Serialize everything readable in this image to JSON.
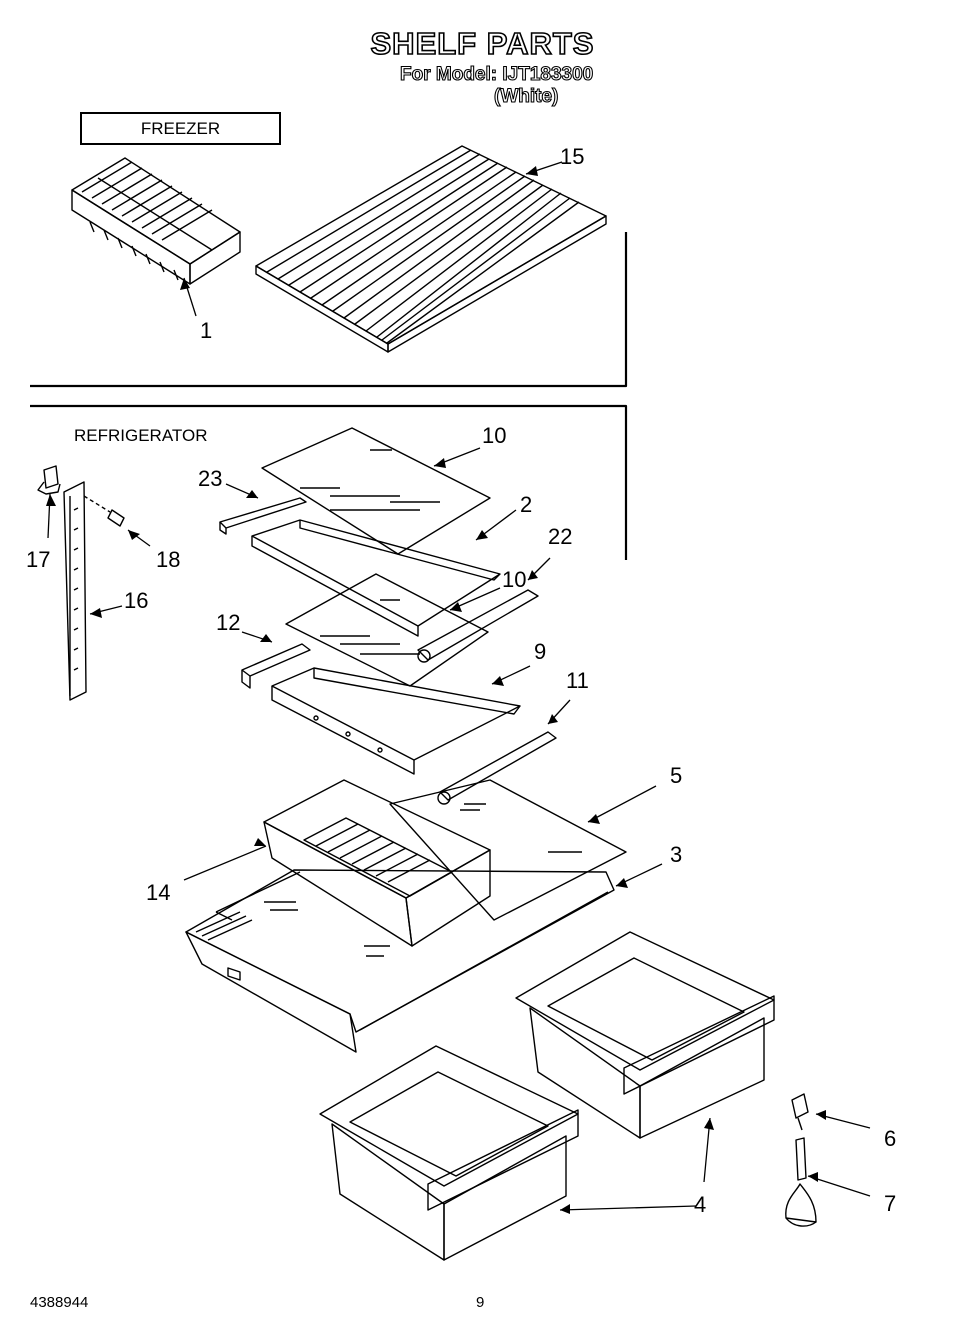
{
  "header": {
    "title": "SHELF PARTS",
    "model_line": "For Model: IJT183300",
    "color_line": "(White)"
  },
  "sections": {
    "freezer": "FREEZER",
    "refrigerator": "REFRIGERATOR"
  },
  "callouts": {
    "c1": "1",
    "c15": "15",
    "c10a": "10",
    "c23": "23",
    "c2": "2",
    "c22": "22",
    "c10b": "10",
    "c17": "17",
    "c18": "18",
    "c16": "16",
    "c12": "12",
    "c9": "9",
    "c11": "11",
    "c5": "5",
    "c3": "3",
    "c14": "14",
    "c6": "6",
    "c7": "7",
    "c4": "4"
  },
  "footer": {
    "doc_number": "4388944",
    "page_number": "9"
  }
}
